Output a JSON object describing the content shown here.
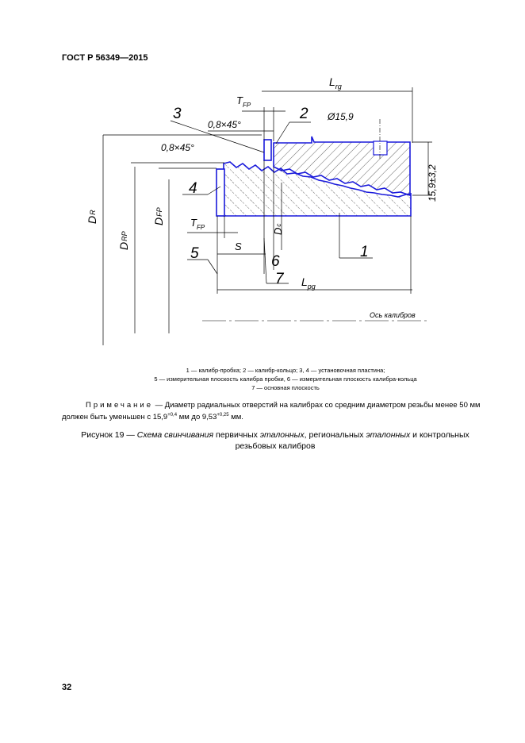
{
  "header": {
    "standard": "ГОСТ Р 56349—2015"
  },
  "figure": {
    "labels": {
      "l_rg": "L",
      "l_rg_sub": "rg",
      "t_fp_top": "T",
      "t_fp_top_sub": "FP",
      "chamfer_top": "0,8×45°",
      "chamfer_left": "0,8×45°",
      "diam_hole": "Ø15,9",
      "height_dim": "15,9±3,2",
      "d_r": "D",
      "d_r_sub": "R",
      "d_rp": "D",
      "d_rp_sub": "RP",
      "d_fp": "D",
      "d_fp_sub": "FP",
      "d_c": "D",
      "d_c_sub": "c",
      "t_fp_bottom": "T",
      "t_fp_bottom_sub": "FP",
      "s": "S",
      "l_pg": "L",
      "l_pg_sub": "pg",
      "axis": "Ось калибров",
      "n1": "1",
      "n2": "2",
      "n3": "3",
      "n4": "4",
      "n5": "5",
      "n6": "6",
      "n7": "7"
    },
    "legend": [
      "1 — калибр-пробка; 2 — калибр-кольцо; 3, 4 — установочная пластина;",
      "5 — измерительная плоскость калибра пробки, 6 — измерительная плоскость калибра-кольца",
      "7 — основная плоскость"
    ]
  },
  "note": {
    "prefix": "Примечание",
    "text_a": " — Диаметр радиальных отверстий на калибрах со средним диаметром резьбы менее 50 мм должен быть уменьшен с 15,9",
    "sup_a": "+0,4",
    "text_b": " мм до 9,53",
    "sup_b": "+0,25",
    "text_c": " мм."
  },
  "caption": {
    "prefix": "Рисунок 19 — ",
    "it1": "Схема свинчивания",
    "t1": " первичных ",
    "it2": "эталонных",
    "t2": ", региональных ",
    "it3": "эталонных",
    "t3": " и контрольных резьбовых калибров"
  },
  "page_number": "32"
}
